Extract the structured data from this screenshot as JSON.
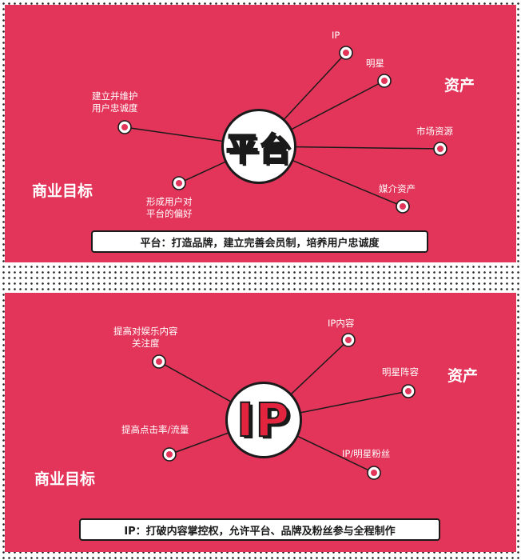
{
  "sections": [
    {
      "hub": "平台",
      "goal_label": "商业目标",
      "asset_label": "资产",
      "nodes": [
        {
          "text": "IP"
        },
        {
          "text": "明星"
        },
        {
          "text": "市场资源"
        },
        {
          "text": "媒介资产"
        },
        {
          "text": "建立并维护\n用户忠诚度"
        },
        {
          "text": "形成用户对\n平台的偏好"
        }
      ],
      "banner": "平台：打造品牌，建立完善会员制，培养用户忠诚度"
    },
    {
      "hub": "IP",
      "goal_label": "商业目标",
      "asset_label": "资产",
      "nodes": [
        {
          "text": "IP内容"
        },
        {
          "text": "明星阵容"
        },
        {
          "text": "IP/明星粉丝"
        },
        {
          "text": "提高对娱乐内容\n关注度"
        },
        {
          "text": "提高点击率/流量"
        }
      ],
      "banner": "IP：打破内容掌控权，允许平台、品牌及粉丝参与全程制作"
    }
  ],
  "colors": {
    "panel": "#e3355a",
    "ink": "#1a1a1a",
    "hub_top_text": "#f5b727",
    "hub_bottom_text": "#e3243f"
  }
}
